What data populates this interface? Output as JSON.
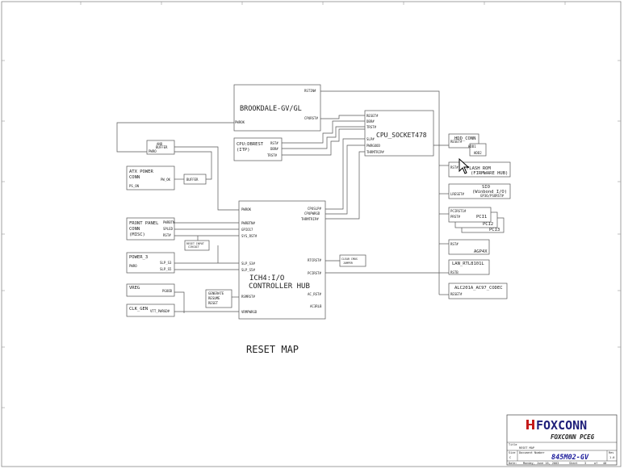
{
  "diagram": {
    "title": "RESET MAP",
    "blocks": {
      "brookdale": {
        "name": "BROOKDALE-GV/GL",
        "pins": [
          "RSTIN#",
          "CPURST#",
          "PWROK"
        ]
      },
      "cpu_dbrest": {
        "name1": "CPU:DBREST",
        "name2": "(ITP)",
        "pins": [
          "RST#",
          "DBR#",
          "TRST#"
        ]
      },
      "cpu_socket": {
        "name": "CPU_SOCKET478",
        "pins": [
          "RESET#",
          "DBR#",
          "TRST#",
          "SLP#",
          "PWRGOOD",
          "THRMTRIP#"
        ]
      },
      "hdd_conn": {
        "name": "HDD_CONN",
        "pins": [
          "RESET#",
          "HDD1",
          "HDD2"
        ]
      },
      "fwh": {
        "name1": "FLASH ROM",
        "name2": "(FIRMWARE HUB)",
        "pins": [
          "RST#"
        ]
      },
      "sio": {
        "name1": "SIO",
        "name2": "(Winbond I/O)",
        "pins": [
          "LRESET#",
          "GP36/PSORST#"
        ]
      },
      "pci": {
        "pins": [
          "PCIRST1#",
          "PRST#"
        ],
        "slots": [
          "PCI1",
          "PCI2",
          "PCI3"
        ]
      },
      "agp": {
        "name": "AGP4X",
        "pins": [
          "RST#"
        ]
      },
      "lan": {
        "name": "LAN_RTL8101L",
        "pins": [
          "RSTB"
        ]
      },
      "codec": {
        "name": "ALC201A_AC97_CODEC",
        "pins": [
          "RESET#"
        ]
      },
      "and_buffer": {
        "name1": "AND",
        "name2": "BUFFER",
        "pins": [
          "PWRO"
        ]
      },
      "atx": {
        "name1": "ATX POWER",
        "name2": "CONN",
        "pins": [
          "PW_OK",
          "PS_ON"
        ]
      },
      "buffer": {
        "name": "BUFFER"
      },
      "front_panel": {
        "name1": "FRONT PANEL",
        "name2": "CONN",
        "name3": "(MISC)",
        "pins": [
          "PWRBTN",
          "SPLED",
          "RST#"
        ]
      },
      "reset_input": {
        "name1": "RESET INPUT",
        "name2": "CIRCUIT"
      },
      "power3": {
        "name": "POWER_3",
        "pins": [
          "SLP_S3",
          "SLP_S5",
          "PWRO"
        ]
      },
      "vreg": {
        "name": "VREG",
        "pins": [
          "PGOOD"
        ]
      },
      "clk_gen": {
        "name": "CLK_GEN",
        "pins": [
          "VTT_PWRGD#"
        ]
      },
      "gen_resume": {
        "name1": "GENERATE",
        "name2": "RESUME",
        "name3": "RESET"
      },
      "ich4": {
        "name1": "ICH4:I/O",
        "name2": "CONTROLLER HUB",
        "left_pins": [
          "PWROK",
          "PWRBTN#",
          "GPIO17",
          "SYS_RST#",
          "SLP_S3#",
          "SLP_S5#",
          "RSMRST#",
          "VRMPWRGD"
        ],
        "right_pins": [
          "CPUSLP#",
          "CPUPWRGD",
          "THRMTRIP#",
          "RTCRST#",
          "PCIRST#",
          "AC_RST#",
          "AC3RLB"
        ]
      },
      "clear_cmos": {
        "name1": "CLEAR CMOS",
        "name2": "JUMPER"
      }
    }
  },
  "title_block": {
    "logo": "FOXCONN",
    "company": "FOXCONN PCEG",
    "title_label": "Title",
    "title_value": "RESET MAP",
    "size_label": "Size",
    "size_value": "C",
    "docnum_label": "Document Number",
    "docnum_value": "845M02-GV",
    "rev_label": "Rev",
    "rev_value": "1.0",
    "date_label": "Date:",
    "date_value": "Monday, June 16, 2003",
    "sheet_label": "Sheet",
    "sheet_value": "3",
    "of_label": "of",
    "of_value": "40"
  },
  "colors": {
    "line": "#555555",
    "logo_red": "#c41a1a",
    "logo_blue": "#1f1f7a",
    "docnum_blue": "#1a1a9a"
  }
}
